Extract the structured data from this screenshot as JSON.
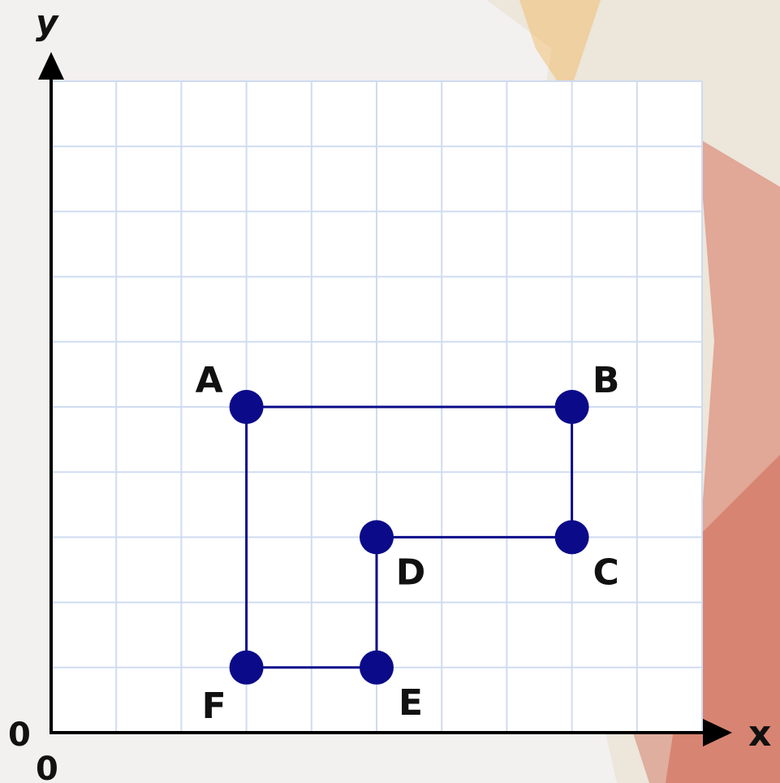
{
  "axes": {
    "x_label": "x",
    "y_label": "y",
    "origin_x_label": "0",
    "origin_y_label": "0"
  },
  "grid": {
    "columns": 10,
    "rows": 10,
    "line_color": "#cfdcf0"
  },
  "colors": {
    "shape": "#0b0b8a",
    "axis": "#000000",
    "grid_bg": "#ffffff"
  },
  "points": [
    {
      "name": "A",
      "x": 3,
      "y": 5,
      "label_pos": "top-left"
    },
    {
      "name": "B",
      "x": 8,
      "y": 5,
      "label_pos": "top-right"
    },
    {
      "name": "C",
      "x": 8,
      "y": 3,
      "label_pos": "bottom-right"
    },
    {
      "name": "D",
      "x": 5,
      "y": 3,
      "label_pos": "bottom-right"
    },
    {
      "name": "E",
      "x": 5,
      "y": 1,
      "label_pos": "bottom-right"
    },
    {
      "name": "F",
      "x": 3,
      "y": 1,
      "label_pos": "bottom-left"
    }
  ],
  "path": [
    "A",
    "B",
    "C",
    "D",
    "E",
    "F",
    "A"
  ]
}
